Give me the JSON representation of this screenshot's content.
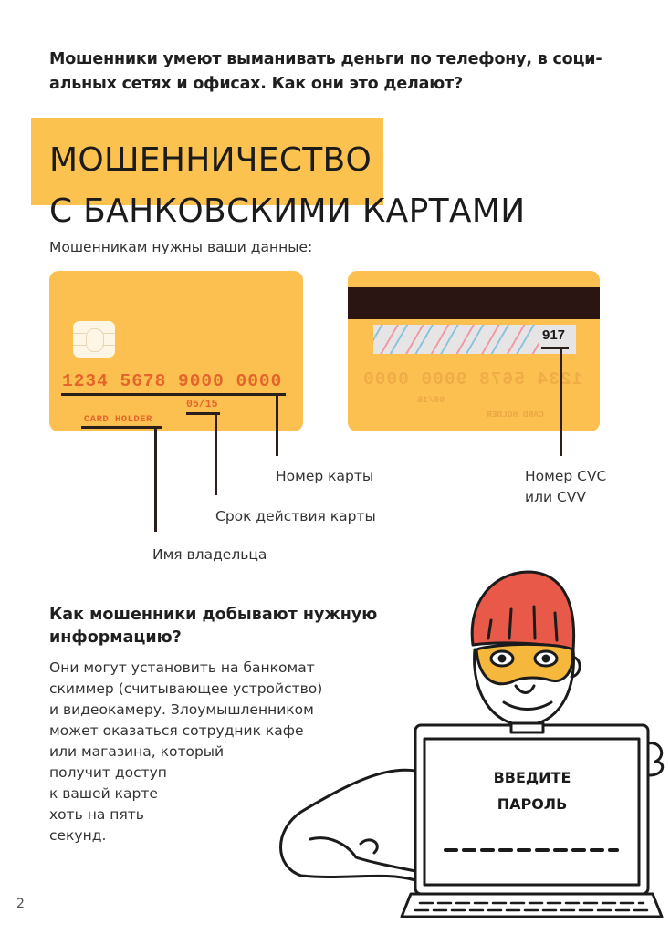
{
  "intro": {
    "line1": "Мошенники умеют выманивать деньги по телефону, в соци-",
    "line2": "альных сетях и офисах. Как они это делают?"
  },
  "title": {
    "line1": "МОШЕННИЧЕСТВО",
    "line2": "С БАНКОВСКИМИ КАРТАМИ"
  },
  "subtitle": "Мошенникам нужны ваши данные:",
  "card_front": {
    "number": "1234 5678 9000 0000",
    "expiry": "05/15",
    "holder": "CARD HOLDER"
  },
  "card_back": {
    "cvc": "917",
    "ghost_number": "1234 5678 9000 0000",
    "ghost_expiry": "05/15",
    "ghost_holder": "CARD HOLDER"
  },
  "labels": {
    "card_number": "Номер карты",
    "expiry": "Срок действия карты",
    "holder": "Имя владельца",
    "cvc_line1": "Номер CVC",
    "cvc_line2": "или CVV"
  },
  "section": {
    "heading_line1": "Как мошенники добывают нужную",
    "heading_line2": "информацию?",
    "body": [
      "Они могут установить на банкомат",
      "скиммер (считывающее устройство)",
      "и видеокамеру. Злоумышленником",
      "может оказаться сотрудник кафе",
      "или магазина, который",
      "получит доступ",
      "к вашей карте",
      "хоть на пять",
      "секунд."
    ]
  },
  "illustration": {
    "screen_line1": "ВВЕДИТЕ",
    "screen_line2": "ПАРОЛЬ"
  },
  "page_number": "2",
  "colors": {
    "accent_yellow": "#fcc24f",
    "card_yellow": "#fbc04f",
    "card_text_orange": "#e4652c",
    "hat_red": "#e8594a",
    "mask_yellow": "#f6b83c",
    "line_dark": "#2a1f1b"
  }
}
